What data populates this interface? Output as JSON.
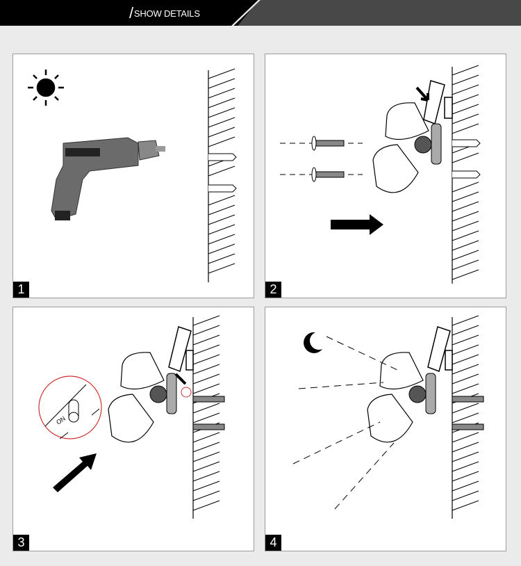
{
  "header": {
    "title": "SHOW DETAILS"
  },
  "steps": [
    {
      "number": "1"
    },
    {
      "number": "2"
    },
    {
      "number": "3",
      "switch_label": "ON"
    },
    {
      "number": "4"
    }
  ],
  "colors": {
    "header_black": "#000000",
    "header_gray": "#484848",
    "background": "#ebebeb",
    "highlight_red": "#d03030"
  }
}
